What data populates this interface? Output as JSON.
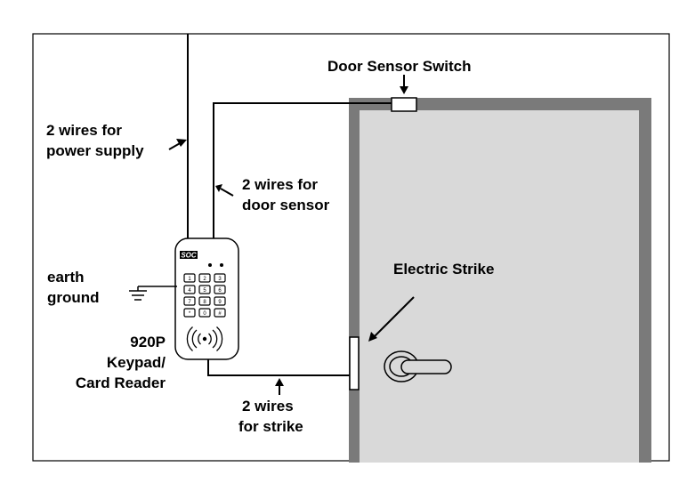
{
  "labels": {
    "power_supply": [
      "2 wires for",
      "power supply"
    ],
    "door_sensor": [
      "2 wires for",
      "door sensor"
    ],
    "door_sensor_switch": "Door Sensor Switch",
    "earth_ground": [
      "earth",
      "ground"
    ],
    "electric_strike": "Electric Strike",
    "keypad": [
      "920P",
      "Keypad/",
      "Card Reader"
    ],
    "strike_wires": [
      "2 wires",
      "for strike"
    ],
    "brand": "SOC"
  },
  "keypad_keys": [
    "1",
    "2",
    "3",
    "4",
    "5",
    "6",
    "7",
    "8",
    "9",
    "*",
    "0",
    "#"
  ],
  "colors": {
    "door_frame": "#7a7a7a",
    "door_panel": "#d9d9d9",
    "line": "#000000",
    "background": "#ffffff"
  }
}
